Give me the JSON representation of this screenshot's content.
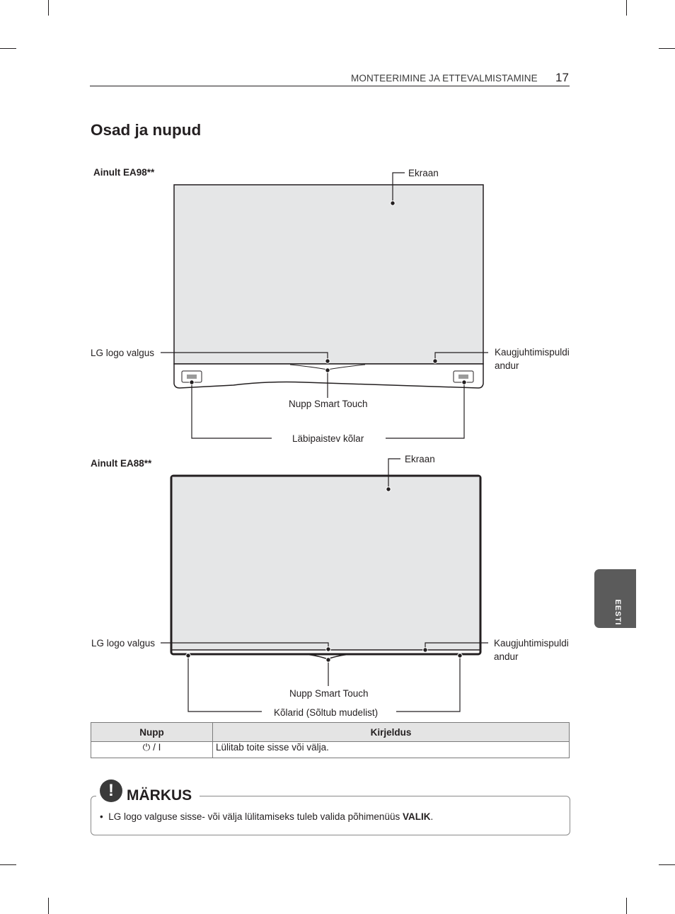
{
  "header": {
    "section": "MONTEERIMINE JA ETTEVALMISTAMINE",
    "page_number": "17"
  },
  "title": "Osad ja nupud",
  "side_tab": "EESTI",
  "ea98": {
    "model": "Ainult EA98**",
    "screen": "Ekraan",
    "lg_logo": "LG logo valgus",
    "remote_sensor_1": "Kaugjuhtimispuldi",
    "remote_sensor_2": "andur",
    "touch_button": "Nupp Smart Touch",
    "speaker": "Läbipaistev kõlar"
  },
  "ea88": {
    "model": "Ainult EA88**",
    "screen": "Ekraan",
    "lg_logo": "LG logo valgus",
    "remote_sensor_1": "Kaugjuhtimispuldi",
    "remote_sensor_2": "andur",
    "touch_button": "Nupp Smart Touch",
    "speakers": "Kõlarid (Sõltub mudelist)"
  },
  "table": {
    "headers": [
      "Nupp",
      "Kirjeldus"
    ],
    "rows": [
      {
        "button": "⏻ / I",
        "description": "Lülitab toite sisse või välja."
      }
    ]
  },
  "note": {
    "title": "MÄRKUS",
    "bullet": "•",
    "text": "LG logo valguse sisse- või välja lülitamiseks tuleb valida põhimenüüs ",
    "bold": "VALIK",
    "end": "."
  },
  "colors": {
    "screen_fill": "#e5e6e7",
    "frame": "#231f20",
    "tab": "#5b5b5b"
  }
}
